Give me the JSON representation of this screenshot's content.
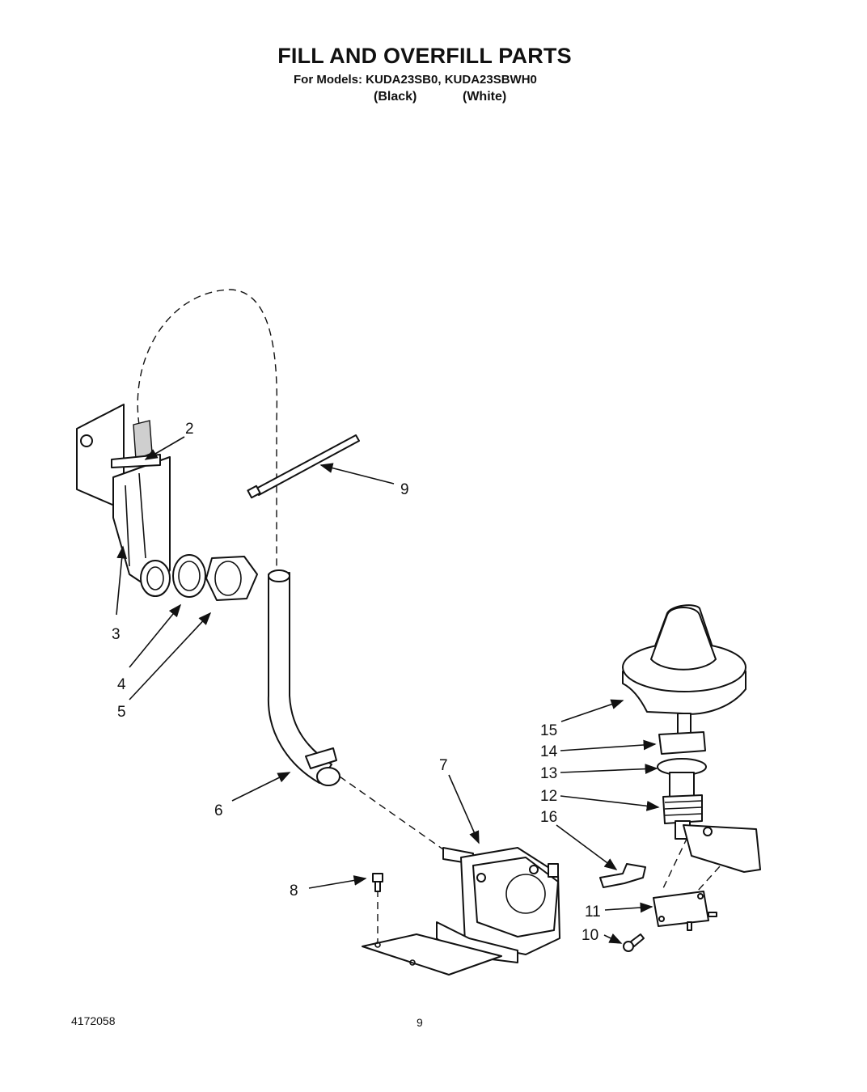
{
  "header": {
    "title": "FILL AND OVERFILL PARTS",
    "models_line": "For Models: KUDA23SB0, KUDA23SBWH0",
    "variant_black": "(Black)",
    "variant_white": "(White)"
  },
  "callouts": {
    "c1": "2",
    "c2": "3",
    "c3": "4",
    "c4": "5",
    "c5": "6",
    "c6": "7",
    "c7": "8",
    "c8": "9",
    "c9": "10",
    "c10": "11",
    "c11": "12",
    "c12": "13",
    "c13": "14",
    "c14": "15",
    "c15": "16"
  },
  "footer": {
    "document_number": "4172058",
    "page_number": "9"
  }
}
